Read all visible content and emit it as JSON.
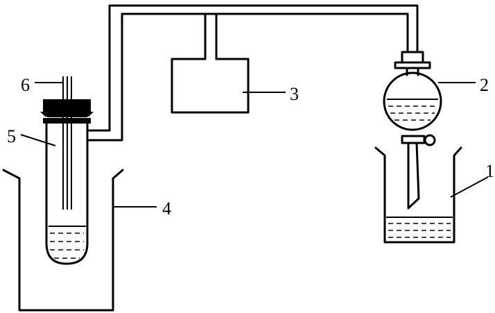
{
  "labels": {
    "beaker_right": "1",
    "separatory_funnel": "2",
    "box": "3",
    "beaker_left": "4",
    "test_tube": "5",
    "rod": "6"
  }
}
